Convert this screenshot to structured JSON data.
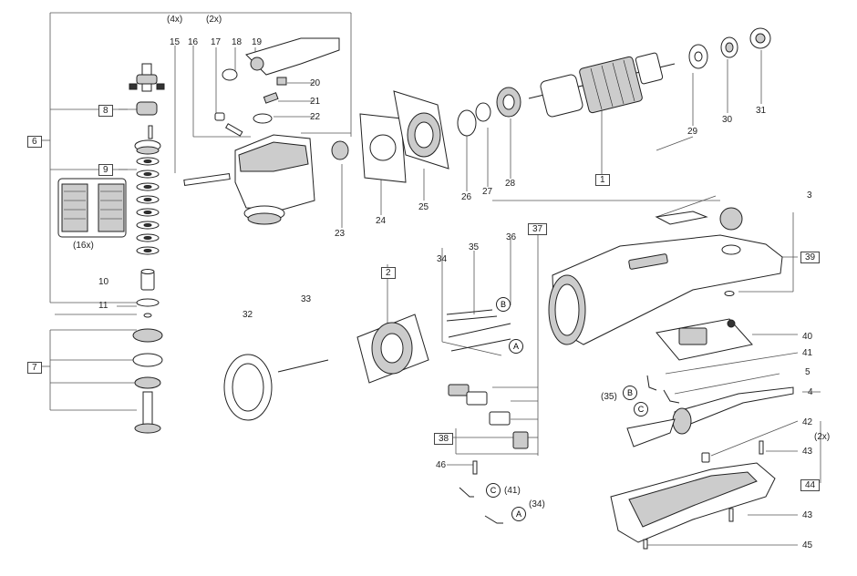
{
  "diagram": {
    "callouts": {
      "n1": "1",
      "n2": "2",
      "n3": "3",
      "n4": "4",
      "n5": "5",
      "n6": "6",
      "n7": "7",
      "n8": "8",
      "n9": "9",
      "n10": "10",
      "n11": "11",
      "n15": "15",
      "n16": "16",
      "n17": "17",
      "n18": "18",
      "n19": "19",
      "n20": "20",
      "n21": "21",
      "n22": "22",
      "n23": "23",
      "n24": "24",
      "n25": "25",
      "n26": "26",
      "n27": "27",
      "n28": "28",
      "n29": "29",
      "n30": "30",
      "n31": "31",
      "n32": "32",
      "n33": "33",
      "n34": "34",
      "n35": "35",
      "n36": "36",
      "n37": "37",
      "n38": "38",
      "n39": "39",
      "n40": "40",
      "n41": "41",
      "n42": "42",
      "n43a": "43",
      "n43b": "43",
      "n44": "44",
      "n45": "45",
      "n46": "46"
    },
    "quantities": {
      "q4x": "(4x)",
      "q2x_top": "(2x)",
      "q16x": "(16x)",
      "q2x_right": "(2x)"
    },
    "connectors": {
      "a_circle": "A",
      "b_circle": "B",
      "b_ref_circle": "B",
      "c_ref_circle": "C",
      "c_bottom": "C",
      "a_bottom": "A",
      "ref35": "(35)",
      "ref41": "(41)",
      "ref34": "(34)"
    },
    "colors": {
      "line": "#555555",
      "part_outline": "#222222",
      "part_fill": "#cccccc"
    }
  }
}
